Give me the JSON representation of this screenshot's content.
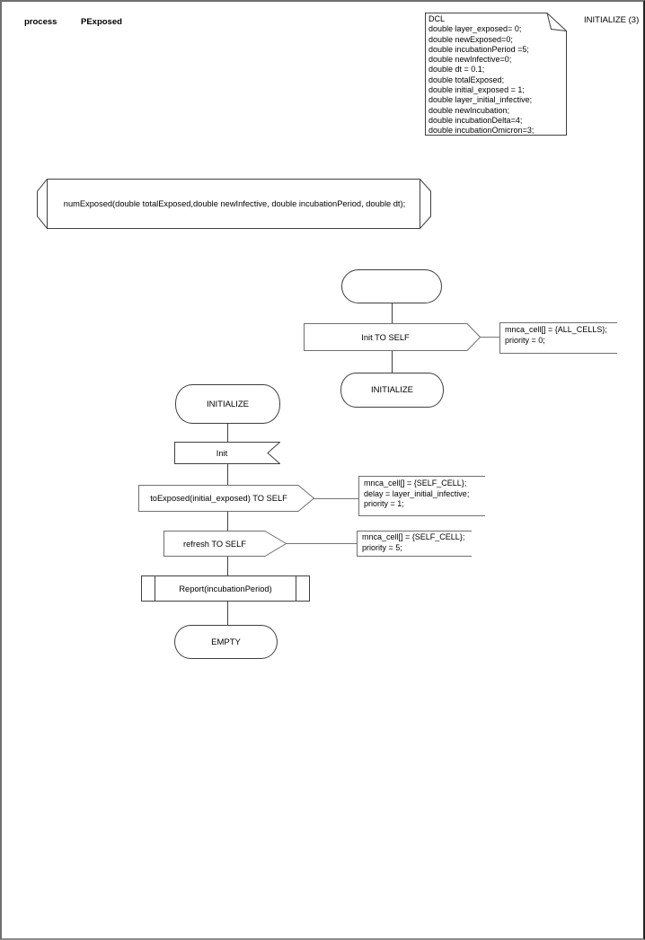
{
  "header": {
    "kind": "process",
    "name": "PExposed"
  },
  "declarations": {
    "text": "DCL\ndouble layer_exposed= 0;\ndouble newExposed=0;\ndouble incubationPeriod =5;\ndouble newInfective=0;\ndouble dt = 0.1;\ndouble totalExposed;\ndouble initial_exposed = 1;\ndouble layer_initial_infective;\ndouble newIncubation;\ndouble incubationDelta=4;\ndouble incubationOmicron=3;",
    "page_ref": "INITIALIZE (3)"
  },
  "procedure_declaration": {
    "text": "numExposed(double totalExposed,double newInfective, double incubationPeriod, double dt);"
  },
  "start_transition": {
    "output_label": "Init TO SELF",
    "comment": "mnca_cell[] = {ALL_CELLS};\npriority = 0;",
    "next_state": "INITIALIZE"
  },
  "initialize_transition": {
    "state": "INITIALIZE",
    "input_label": "Init",
    "output_toexposed": "toExposed(initial_exposed) TO SELF",
    "comment_toexposed": "mnca_cell[] = {SELF_CELL};\ndelay = layer_initial_infective;\npriority = 1;",
    "output_refresh": "refresh TO SELF",
    "comment_refresh": "mnca_cell[] = {SELF_CELL};\npriority = 5;",
    "procedure_call": "Report(incubationPeriod)",
    "next_state": "EMPTY"
  },
  "colors": {
    "shape_stroke": "#3f3f3f",
    "link_stroke": "#757575",
    "background": "#ffffff"
  }
}
